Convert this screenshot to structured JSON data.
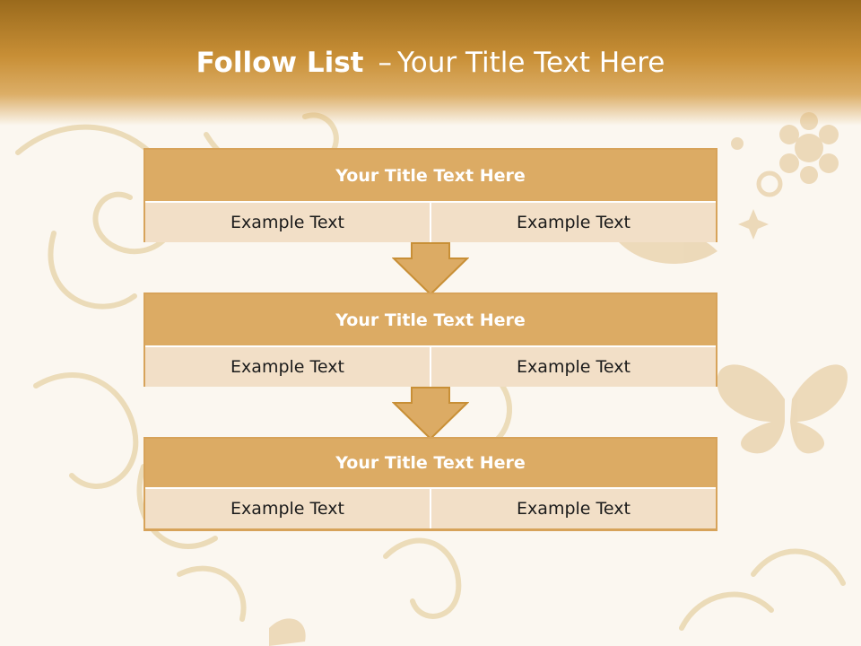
{
  "slide": {
    "title_bold": "Follow List",
    "title_dash": "–",
    "title_rest": "Your Title Text Here"
  },
  "blocks": [
    {
      "title": "Your Title Text Here",
      "left": "Example Text",
      "right": "Example Text"
    },
    {
      "title": "Your Title Text Here",
      "left": "Example Text",
      "right": "Example Text"
    },
    {
      "title": "Your Title Text Here",
      "left": "Example Text",
      "right": "Example Text"
    }
  ],
  "colors": {
    "header_dark": "#9a6a1c",
    "header_light": "#dcae67",
    "block_title": "#dcab64",
    "block_cell": "#f2dfc7",
    "arrow": "#dcab64",
    "background": "#fbf7f0"
  },
  "icons": [
    "floral-swirl-icon",
    "flower-icon",
    "butterfly-icon",
    "down-arrow-icon"
  ]
}
